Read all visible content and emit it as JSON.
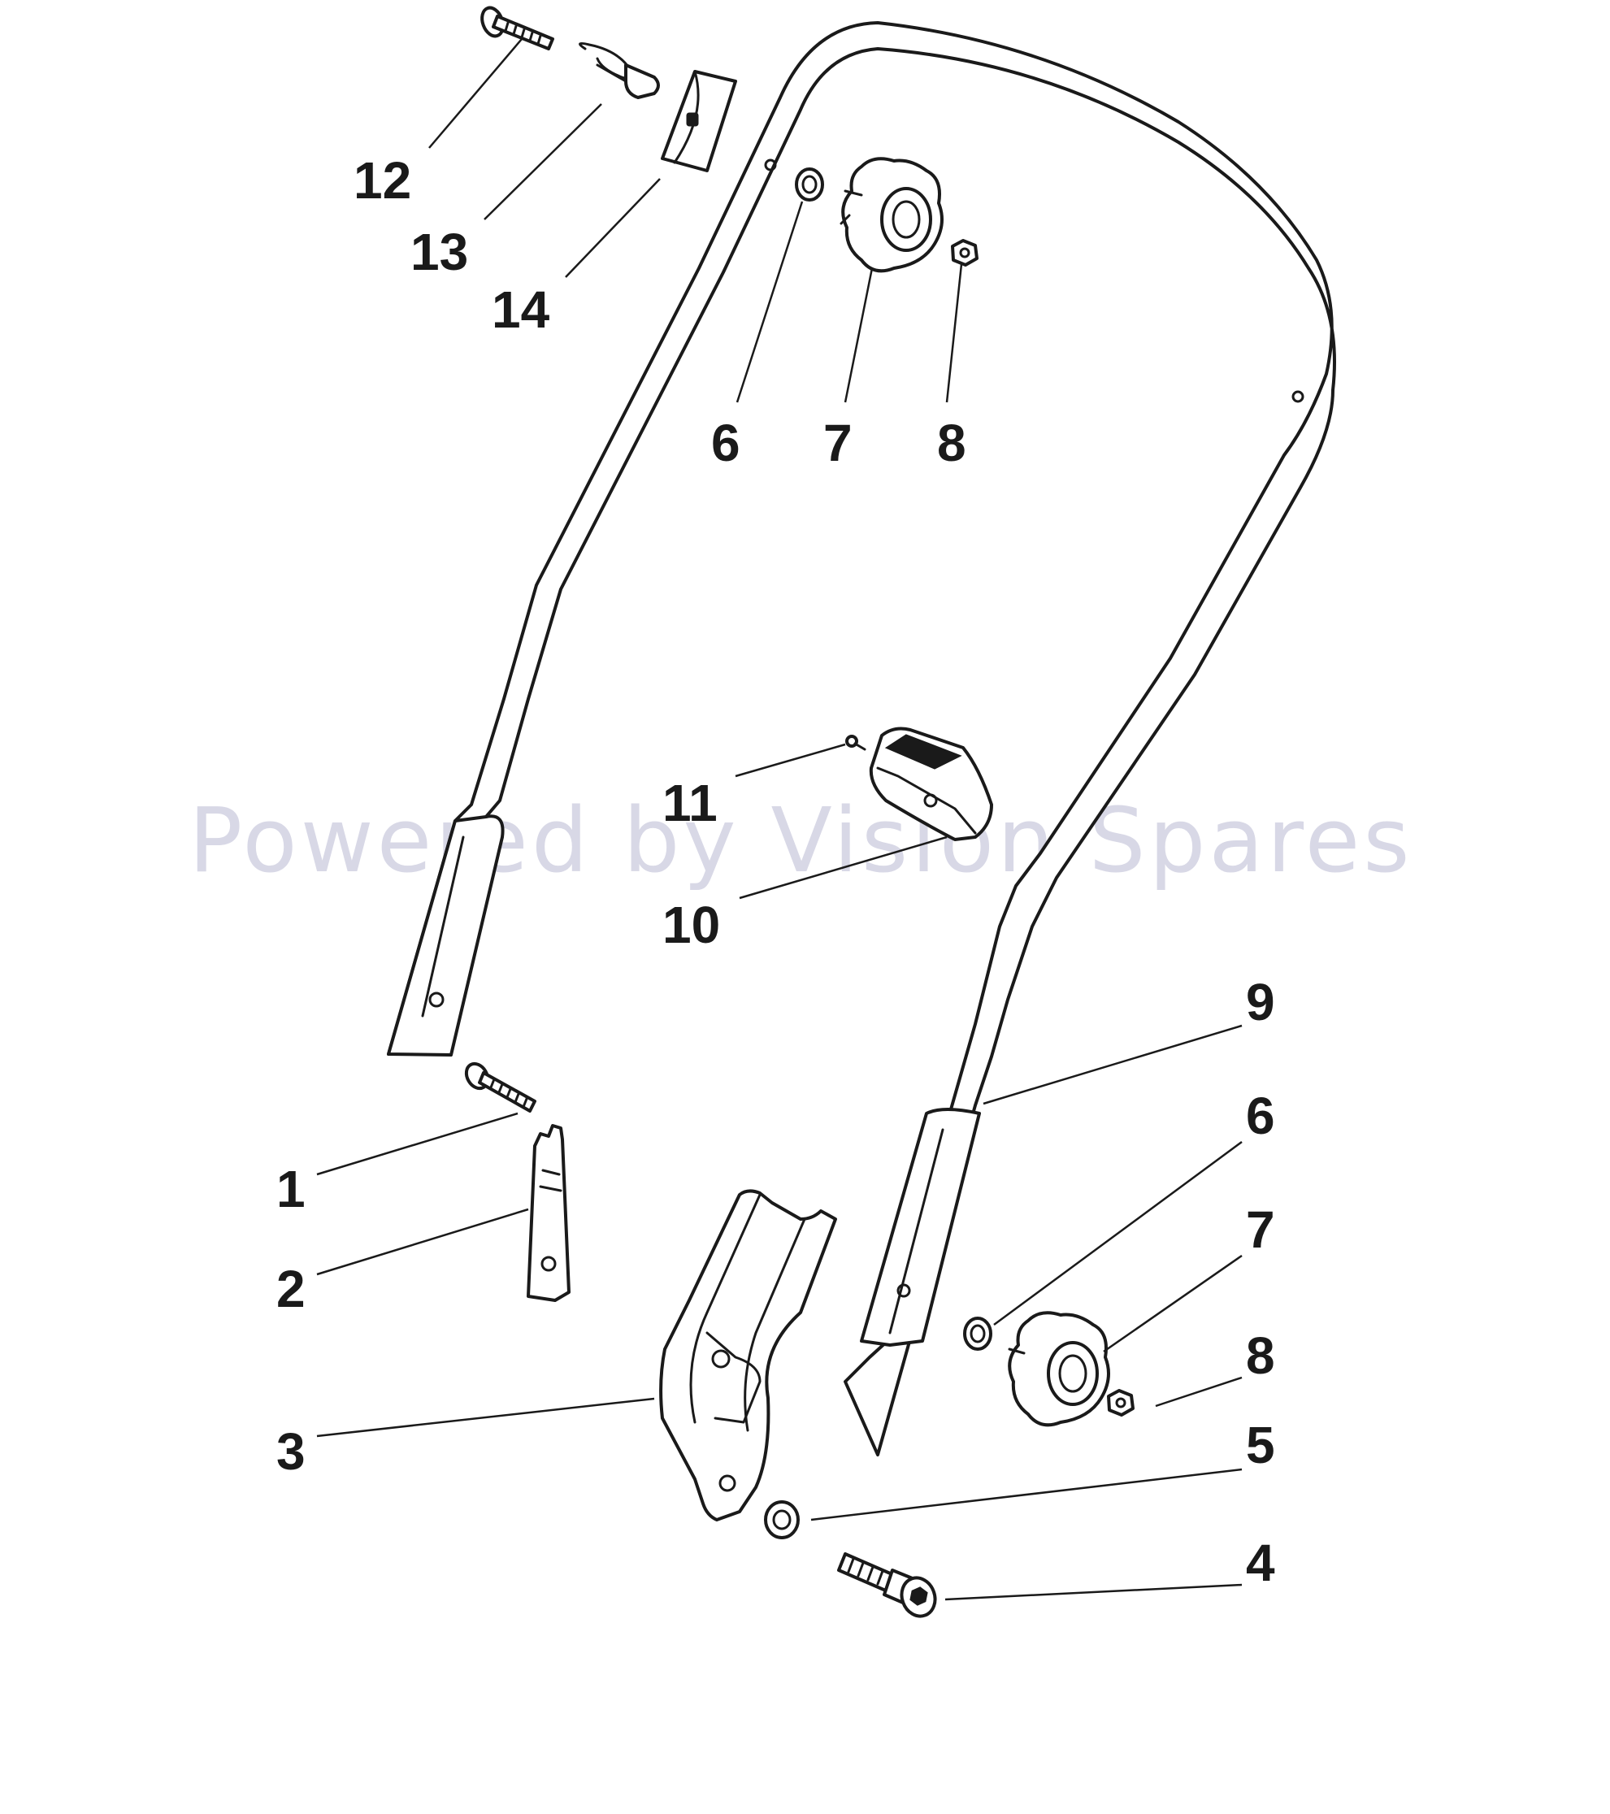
{
  "watermark": "Powered by Vision Spares",
  "callouts": [
    {
      "id": "c12",
      "label": "12"
    },
    {
      "id": "c13",
      "label": "13"
    },
    {
      "id": "c14",
      "label": "14"
    },
    {
      "id": "c6a",
      "label": "6"
    },
    {
      "id": "c7a",
      "label": "7"
    },
    {
      "id": "c8a",
      "label": "8"
    },
    {
      "id": "c11",
      "label": "11"
    },
    {
      "id": "c10",
      "label": "10"
    },
    {
      "id": "c9",
      "label": "9"
    },
    {
      "id": "c6b",
      "label": "6"
    },
    {
      "id": "c1",
      "label": "1"
    },
    {
      "id": "c7b",
      "label": "7"
    },
    {
      "id": "c2",
      "label": "2"
    },
    {
      "id": "c8b",
      "label": "8"
    },
    {
      "id": "c3",
      "label": "3"
    },
    {
      "id": "c5",
      "label": "5"
    },
    {
      "id": "c4",
      "label": "4"
    }
  ]
}
